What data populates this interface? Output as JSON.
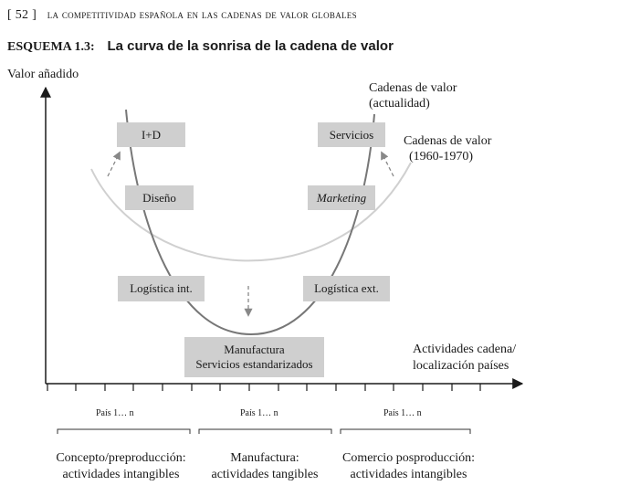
{
  "header": {
    "page_number": "[ 52 ]",
    "running_title": "la competitividad española en las cadenas de valor globales"
  },
  "figure": {
    "number": "ESQUEMA 1.3:",
    "title": "La curva de la sonrisa de la cadena de valor"
  },
  "axes": {
    "y_label": "Valor añadido",
    "x_label_line1": "Actividades cadena/",
    "x_label_line2": "localización países"
  },
  "curves": {
    "current_line1": "Cadenas de valor",
    "current_line2": "(actualidad)",
    "past_line1": "Cadenas de valor",
    "past_line2": "(1960-1970)",
    "current_color": "#777777",
    "past_color": "#d0d0d0"
  },
  "boxes": {
    "id": "I+D",
    "services": "Servicios",
    "design": "Diseño",
    "marketing": "Marketing",
    "log_int": "Logística int.",
    "log_ext": "Logística ext.",
    "manuf_line1": "Manufactura",
    "manuf_line2": "Servicios estandarizados",
    "box_color": "#cfcfcf"
  },
  "countries": {
    "group1": "País 1… n",
    "group2": "País 1… n",
    "group3": "País 1… n"
  },
  "phases": {
    "p1_line1": "Concepto/preproducción:",
    "p1_line2": "actividades intangibles",
    "p2_line1": "Manufactura:",
    "p2_line2": "actividades tangibles",
    "p3_line1": "Comercio posproducción:",
    "p3_line2": "actividades intangibles"
  }
}
